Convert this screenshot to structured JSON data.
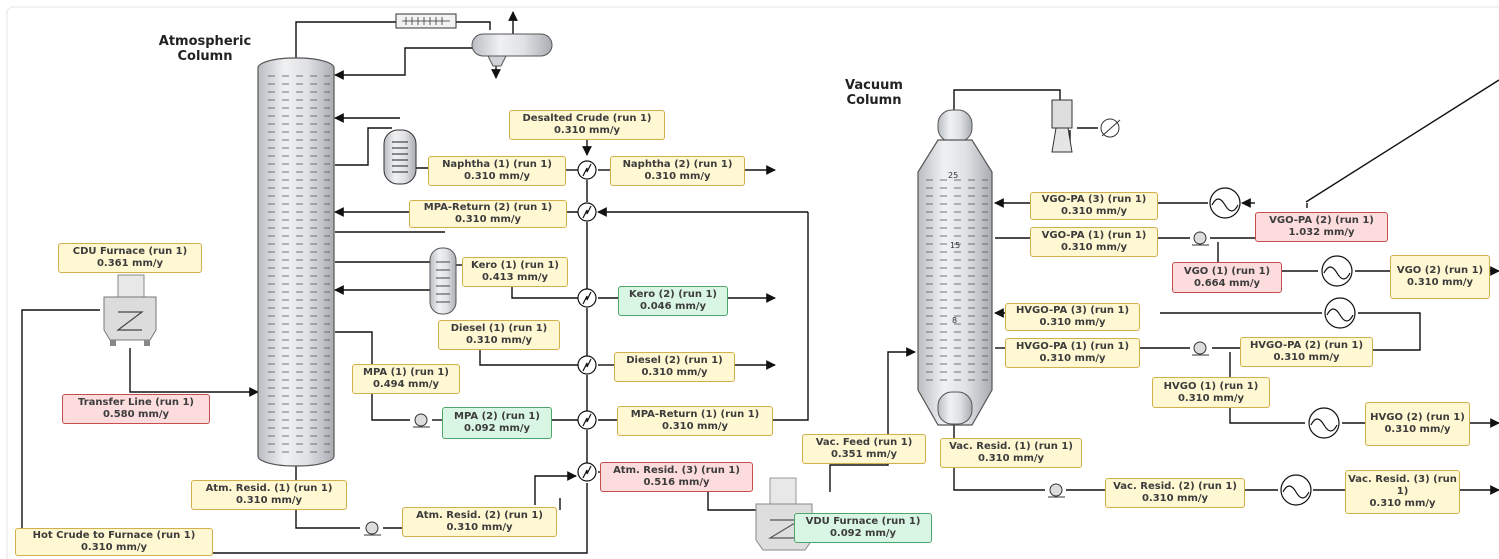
{
  "columns": {
    "atmospheric": {
      "line1": "Atmospheric",
      "line2": "Column"
    },
    "vacuum": {
      "line1": "Vacuum",
      "line2": "Column"
    },
    "tray_numbers": {
      "t25": "25",
      "t15": "15",
      "t8": "8"
    }
  },
  "streams": {
    "desalted_crude": {
      "name": "Desalted Crude (run 1)",
      "rate": "0.310 mm/y",
      "status": "normal"
    },
    "naphtha_1": {
      "name": "Naphtha (1) (run 1)",
      "rate": "0.310 mm/y",
      "status": "normal"
    },
    "naphtha_2": {
      "name": "Naphtha (2) (run 1)",
      "rate": "0.310 mm/y",
      "status": "normal"
    },
    "mpa_return_2": {
      "name": "MPA-Return (2) (run 1)",
      "rate": "0.310 mm/y",
      "status": "normal"
    },
    "cdu_furnace": {
      "name": "CDU Furnace (run 1)",
      "rate": "0.361 mm/y",
      "status": "normal"
    },
    "kero_1": {
      "name": "Kero (1) (run 1)",
      "rate": "0.413 mm/y",
      "status": "normal"
    },
    "kero_2": {
      "name": "Kero (2) (run 1)",
      "rate": "0.046 mm/y",
      "status": "low"
    },
    "diesel_1": {
      "name": "Diesel (1) (run 1)",
      "rate": "0.310 mm/y",
      "status": "normal"
    },
    "diesel_2": {
      "name": "Diesel (2) (run 1)",
      "rate": "0.310 mm/y",
      "status": "normal"
    },
    "mpa_1": {
      "name": "MPA (1) (run 1)",
      "rate": "0.494 mm/y",
      "status": "normal"
    },
    "transfer_line": {
      "name": "Transfer Line (run 1)",
      "rate": "0.580 mm/y",
      "status": "high"
    },
    "mpa_2": {
      "name": "MPA (2) (run 1)",
      "rate": "0.092 mm/y",
      "status": "low"
    },
    "mpa_return_1": {
      "name": "MPA-Return (1) (run 1)",
      "rate": "0.310 mm/y",
      "status": "normal"
    },
    "atm_resid_1": {
      "name": "Atm. Resid. (1) (run 1)",
      "rate": "0.310 mm/y",
      "status": "normal"
    },
    "atm_resid_3": {
      "name": "Atm. Resid. (3) (run 1)",
      "rate": "0.516 mm/y",
      "status": "high"
    },
    "atm_resid_2": {
      "name": "Atm. Resid. (2) (run 1)",
      "rate": "0.310 mm/y",
      "status": "normal"
    },
    "hot_crude": {
      "name": "Hot Crude to Furnace (run 1)",
      "rate": "0.310 mm/y",
      "status": "normal"
    },
    "vac_feed": {
      "name": "Vac. Feed (run 1)",
      "rate": "0.351 mm/y",
      "status": "normal"
    },
    "vdu_furnace": {
      "name": "VDU Furnace (run 1)",
      "rate": "0.092 mm/y",
      "status": "low"
    },
    "vgo_pa_3": {
      "name": "VGO-PA (3) (run 1)",
      "rate": "0.310 mm/y",
      "status": "normal"
    },
    "vgo_pa_2": {
      "name": "VGO-PA (2) (run 1)",
      "rate": "1.032 mm/y",
      "status": "high"
    },
    "vgo_pa_1": {
      "name": "VGO-PA (1) (run 1)",
      "rate": "0.310 mm/y",
      "status": "normal"
    },
    "vgo_1": {
      "name": "VGO (1) (run 1)",
      "rate": "0.664 mm/y",
      "status": "high"
    },
    "vgo_2": {
      "name": "VGO (2) (run 1)",
      "rate": "0.310 mm/y",
      "status": "normal"
    },
    "hvgo_pa_3": {
      "name": "HVGO-PA (3) (run 1)",
      "rate": "0.310 mm/y",
      "status": "normal"
    },
    "hvgo_pa_1": {
      "name": "HVGO-PA (1) (run 1)",
      "rate": "0.310 mm/y",
      "status": "normal"
    },
    "hvgo_pa_2": {
      "name": "HVGO-PA (2) (run 1)",
      "rate": "0.310 mm/y",
      "status": "normal"
    },
    "hvgo_1": {
      "name": "HVGO (1) (run 1)",
      "rate": "0.310 mm/y",
      "status": "normal"
    },
    "hvgo_2": {
      "name": "HVGO (2) (run 1)",
      "rate": "0.310 mm/y",
      "status": "normal"
    },
    "vac_resid_1": {
      "name": "Vac. Resid. (1) (run 1)",
      "rate": "0.310 mm/y",
      "status": "normal"
    },
    "vac_resid_2": {
      "name": "Vac. Resid. (2) (run 1)",
      "rate": "0.310 mm/y",
      "status": "normal"
    },
    "vac_resid_3": {
      "name": "Vac. Resid. (3) (run 1)",
      "rate": "0.310 mm/y",
      "status": "normal"
    }
  }
}
